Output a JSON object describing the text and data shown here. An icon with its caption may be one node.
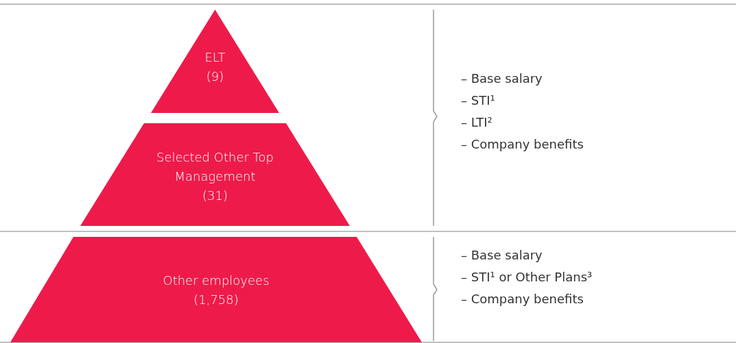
{
  "diagram": {
    "nodes": [
      {
        "text": [
          "ELT",
          "(9)"
        ]
      },
      {
        "text": [
          "Selected Other Top Management",
          "(31)"
        ]
      },
      {
        "text": [
          "Other employees",
          "(1,758)"
        ]
      }
    ],
    "labels": [
      "– Base salary",
      "– STI¹",
      "– LTI²",
      "– Company benefits",
      "– Base salary",
      "– STI¹ or Other Plans³",
      "– Company benefits"
    ]
  }
}
